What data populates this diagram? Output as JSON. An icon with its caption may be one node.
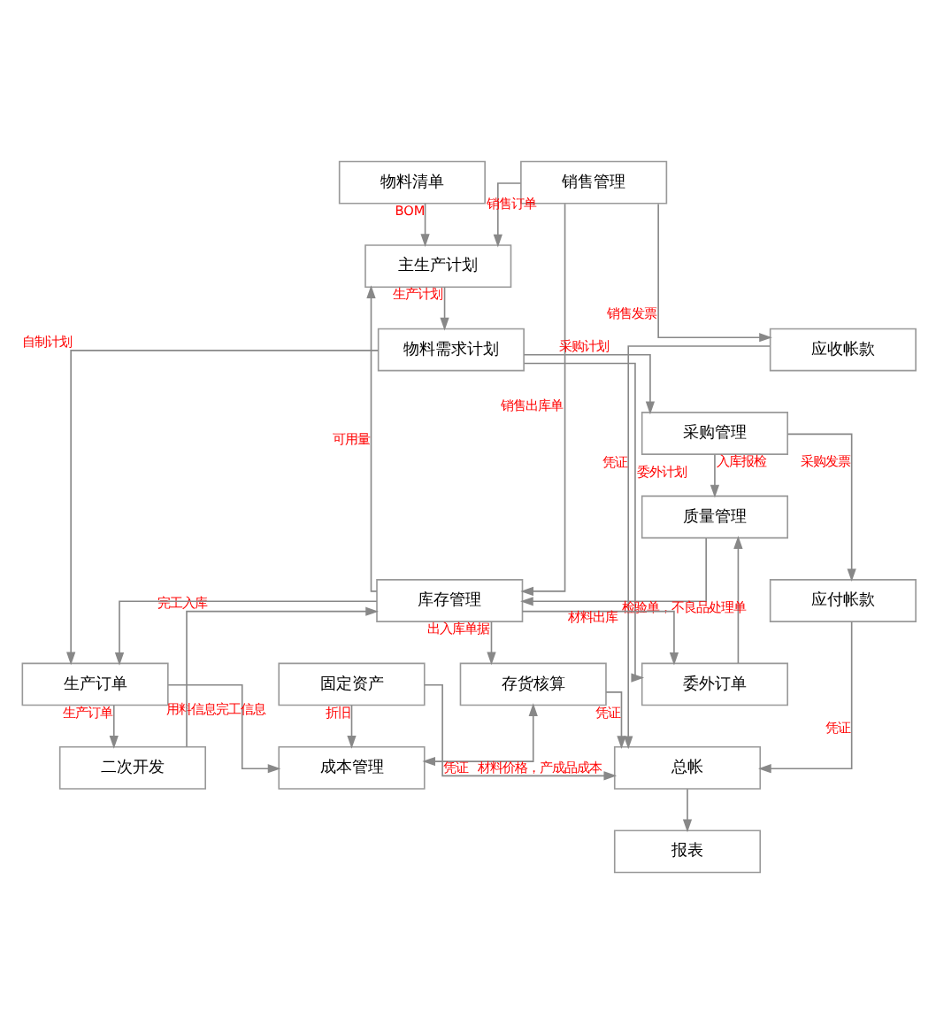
{
  "diagram": {
    "nodes": [
      {
        "text": [
          "销售管理"
        ]
      },
      {
        "text": [
          "物料清单"
        ]
      },
      {
        "text": [
          "主生产计划"
        ]
      },
      {
        "text": [
          "应收帐款"
        ]
      },
      {
        "text": [
          "物料需求计划"
        ]
      },
      {
        "text": [
          "采购管理"
        ]
      },
      {
        "text": [
          "委外订单"
        ]
      },
      {
        "text": [
          "生产订单"
        ]
      },
      {
        "text": [
          "二次开发"
        ]
      },
      {
        "text": [
          "质量管理"
        ]
      },
      {
        "text": [
          "应付帐款"
        ]
      },
      {
        "text": [
          "库存管理"
        ]
      },
      {
        "text": [
          "存货核算"
        ]
      },
      {
        "text": [
          "成本管理"
        ]
      },
      {
        "text": [
          "固定资产"
        ]
      },
      {
        "text": [
          "总帐"
        ]
      },
      {
        "text": [
          "报表"
        ]
      }
    ],
    "edges": [
      {
        "from": 0,
        "to": 2,
        "arrow": "to",
        "label": "销售订单"
      },
      {
        "from": 1,
        "to": 2,
        "arrow": "to",
        "label": "BOM"
      },
      {
        "from": 0,
        "to": 3,
        "arrow": "to",
        "label": "销售发票"
      },
      {
        "from": 2,
        "to": 4,
        "arrow": "to",
        "label": "生产计划"
      },
      {
        "from": 4,
        "to": 5,
        "arrow": "to",
        "label": "采购计划"
      },
      {
        "from": 4,
        "to": 6,
        "arrow": "to",
        "label": "委外计划"
      },
      {
        "from": 4,
        "to": 7,
        "arrow": "to",
        "label": "自制计划"
      },
      {
        "from": 5,
        "to": 9,
        "arrow": "to",
        "label": "入库报检"
      },
      {
        "from": 6,
        "to": 9,
        "arrow": "to"
      },
      {
        "from": 5,
        "to": 10,
        "arrow": "to",
        "label": "采购发票"
      },
      {
        "from": 7,
        "to": 8,
        "arrow": "to",
        "label": "生产订单"
      },
      {
        "from": 9,
        "to": 11,
        "arrow": "to",
        "label": "检验单，不良品处理单"
      },
      {
        "from": 0,
        "to": 11,
        "arrow": "to",
        "label": "销售出库单"
      },
      {
        "from": 11,
        "to": 6,
        "arrow": "to",
        "label": "材料出库"
      },
      {
        "from": 11,
        "to": 7,
        "arrow": "to"
      },
      {
        "from": 8,
        "to": 11,
        "arrow": "to",
        "label": "完工入库"
      },
      {
        "from": 11,
        "to": 2,
        "arrow": "to",
        "label": "可用量"
      },
      {
        "from": 7,
        "to": 13,
        "arrow": "to",
        "label": "用料信息完工信息"
      },
      {
        "from": 11,
        "to": 12,
        "arrow": "to",
        "label": "出入库单据"
      },
      {
        "from": 12,
        "to": 13,
        "arrow": "both",
        "label": "材料价格，产成品成本"
      },
      {
        "from": 3,
        "to": 15,
        "arrow": "to",
        "label": "凭证"
      },
      {
        "from": 10,
        "to": 15,
        "arrow": "to",
        "label": "凭证"
      },
      {
        "from": 12,
        "to": 15,
        "arrow": "to",
        "label": "凭证"
      },
      {
        "from": 14,
        "to": 15,
        "arrow": "to",
        "label": "凭证"
      },
      {
        "from": 14,
        "to": 13,
        "arrow": "to",
        "label": "折旧"
      },
      {
        "from": 15,
        "to": 16,
        "arrow": "to"
      }
    ]
  }
}
